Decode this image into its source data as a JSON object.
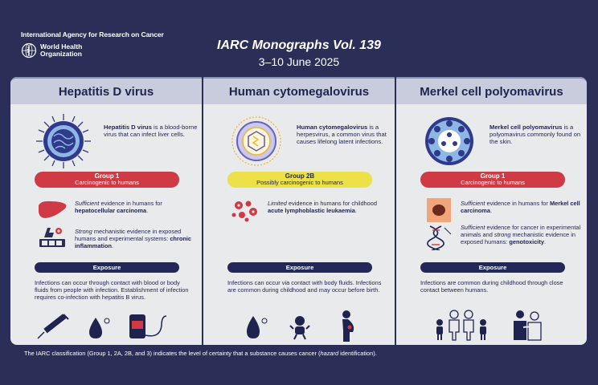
{
  "header": {
    "org_line": "International Agency for Research on Cancer",
    "who_line1": "World Health",
    "who_line2": "Organization",
    "title_prefix": "IARC Monographs",
    "title_suffix": "Vol. 139",
    "dates": "3–10 June 2025"
  },
  "panels": [
    {
      "title": "Hepatitis D virus",
      "intro_bold": "Hepatitis D virus",
      "intro_rest": " is a blood-borne virus that can infect liver cells.",
      "group_label": "Group 1",
      "group_desc": "Carcinogenic to humans",
      "group_color": "#d03a44",
      "ev1_em": "Sufficient",
      "ev1_mid": " evidence in humans for ",
      "ev1_bold": "hepatocellular carcinoma",
      "ev1_end": ".",
      "ev2_em": "Strong",
      "ev2_mid": " mechanistic evidence in exposed humans and experimental systems: ",
      "ev2_bold": "chronic inflammation",
      "ev2_end": ".",
      "exposure_label": "Exposure",
      "exposure_text": "Infections can occur through contact with blood or body fluids from people with infection. Establishment of infection requires co-infection with hepatitis B virus."
    },
    {
      "title": "Human cytomegalovirus",
      "intro_bold": "Human cytomegalovirus",
      "intro_rest": " is a herpesvirus, a common virus that causes lifelong latent infections.",
      "group_label": "Group 2B",
      "group_desc": "Possibly carcinogenic to humans",
      "group_color": "#ede14a",
      "ev1_em": "Limited",
      "ev1_mid": " evidence in humans for childhood ",
      "ev1_bold": "acute lymphoblastic leukaemia",
      "ev1_end": ".",
      "exposure_label": "Exposure",
      "exposure_text": "Infections can occur via contact with body fluids. Infections are common during childhood and may occur before birth."
    },
    {
      "title": "Merkel cell polyomavirus",
      "intro_bold": "Merkel cell polyomavirus",
      "intro_rest": " is a polyomavirus commonly found on the skin.",
      "group_label": "Group 1",
      "group_desc": "Carcinogenic to humans",
      "group_color": "#d03a44",
      "ev1_em": "Sufficient",
      "ev1_mid": " evidence in humans for ",
      "ev1_bold": "Merkel cell carcinoma",
      "ev1_end": ".",
      "ev2_em": "Sufficient",
      "ev2_mid": " evidence for cancer in experimental animals and ",
      "ev2_em2": "strong",
      "ev2_mid2": " mechanistic evidence in exposed humans: ",
      "ev2_bold": "genotoxicity",
      "ev2_end": ".",
      "exposure_label": "Exposure",
      "exposure_text": "Infections are common during childhood through close contact between humans."
    }
  ],
  "footnote_main": "The IARC classification (Group 1, 2A, 2B, and 3) indicates the level of certainty that a substance causes cancer (",
  "footnote_em": "hazard",
  "footnote_end": " identification).",
  "colors": {
    "background": "#2b2f57",
    "panel": "#e9eaec",
    "panel_title": "#c8ccdc",
    "navy": "#23285a",
    "red": "#d03a44",
    "yellow": "#ede14a"
  }
}
